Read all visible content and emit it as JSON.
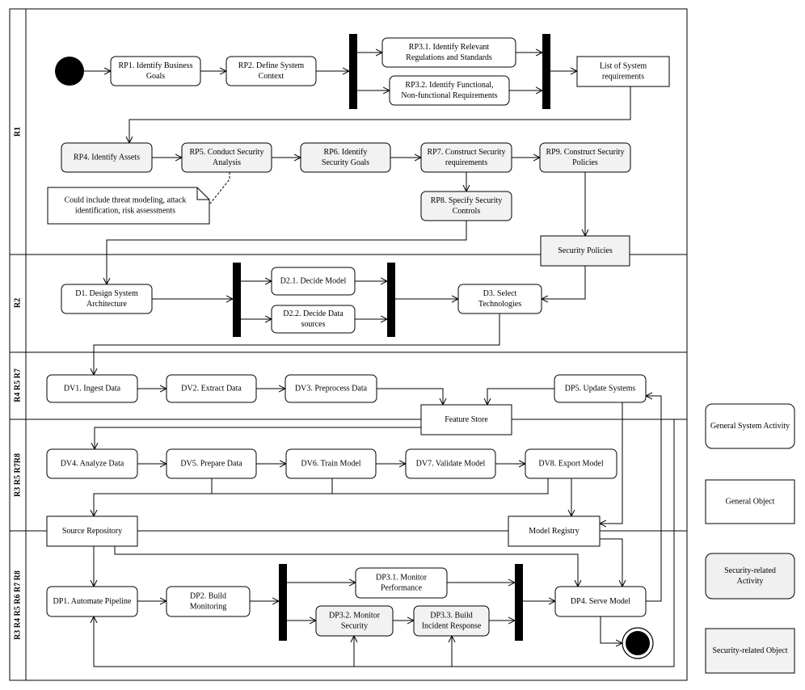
{
  "lanes": [
    {
      "label": "R1"
    },
    {
      "label": "R2"
    },
    {
      "label": "R4 R5 R7"
    },
    {
      "label": "R3 R5 R7R8"
    },
    {
      "label": "R3 R4 R5 R6 R7 R8"
    }
  ],
  "nodes": {
    "rp1": [
      "RP1. Identify Business",
      "Goals"
    ],
    "rp2": [
      "RP2. Define System",
      "Context"
    ],
    "rp31": [
      "RP3.1. Identify Relevant",
      "Regulations and Standards"
    ],
    "rp32": [
      "RP3.2. Identify Functional,",
      "Non-functional Requirements"
    ],
    "sysreq": [
      "List of System",
      "requirements"
    ],
    "rp4": [
      "RP4. Identify Assets"
    ],
    "rp5": [
      "RP5. Conduct Security",
      "Analysis"
    ],
    "rp6": [
      "RP6. Identify",
      "Security Goals"
    ],
    "rp7": [
      "RP7. Construct Security",
      "requirements"
    ],
    "rp8": [
      "RP8. Specify Security",
      "Controls"
    ],
    "rp9": [
      "RP9. Construct Security",
      "Policies"
    ],
    "note": [
      "Could include threat modeling, attack",
      "identification, risk assessments"
    ],
    "secpol": [
      "Security Policies"
    ],
    "d1": [
      "D1. Design System",
      "Architecture"
    ],
    "d21": [
      "D2.1. Decide Model"
    ],
    "d22": [
      "D2.2. Decide Data",
      "sources"
    ],
    "d3": [
      "D3. Select",
      "Technologies"
    ],
    "dv1": [
      "DV1. Ingest Data"
    ],
    "dv2": [
      "DV2. Extract Data"
    ],
    "dv3": [
      "DV3. Preprocess Data"
    ],
    "dp5": [
      "DP5. Update Systems"
    ],
    "fstore": [
      "Feature Store"
    ],
    "dv4": [
      "DV4. Analyze Data"
    ],
    "dv5": [
      "DV5. Prepare Data"
    ],
    "dv6": [
      "DV6. Train Model"
    ],
    "dv7": [
      "DV7. Validate Model"
    ],
    "dv8": [
      "DV8. Export Model"
    ],
    "srcrepo": [
      "Source Repository"
    ],
    "modelreg": [
      "Model Registry"
    ],
    "dp1": [
      "DP1. Automate Pipeline"
    ],
    "dp2": [
      "DP2. Build",
      "Monitoring"
    ],
    "dp31": [
      "DP3.1. Monitor",
      "Performance"
    ],
    "dp32": [
      "DP3.2. Monitor",
      "Security"
    ],
    "dp33": [
      "DP3.3. Build",
      "Incident Response"
    ],
    "dp4": [
      "DP4. Serve Model"
    ]
  },
  "legend": [
    {
      "kind": "activity",
      "label": [
        "General System Activity"
      ]
    },
    {
      "kind": "object",
      "label": [
        "General Object"
      ]
    },
    {
      "kind": "security-activity",
      "label": [
        "Security-related",
        "Activity"
      ]
    },
    {
      "kind": "security-object",
      "label": [
        "Security-related Object"
      ]
    }
  ],
  "colors": {
    "line": "#000000",
    "general_fill": "#ffffff",
    "security_fill": "#f2f2f2",
    "security_activity_fill": "#f0f0f0"
  }
}
